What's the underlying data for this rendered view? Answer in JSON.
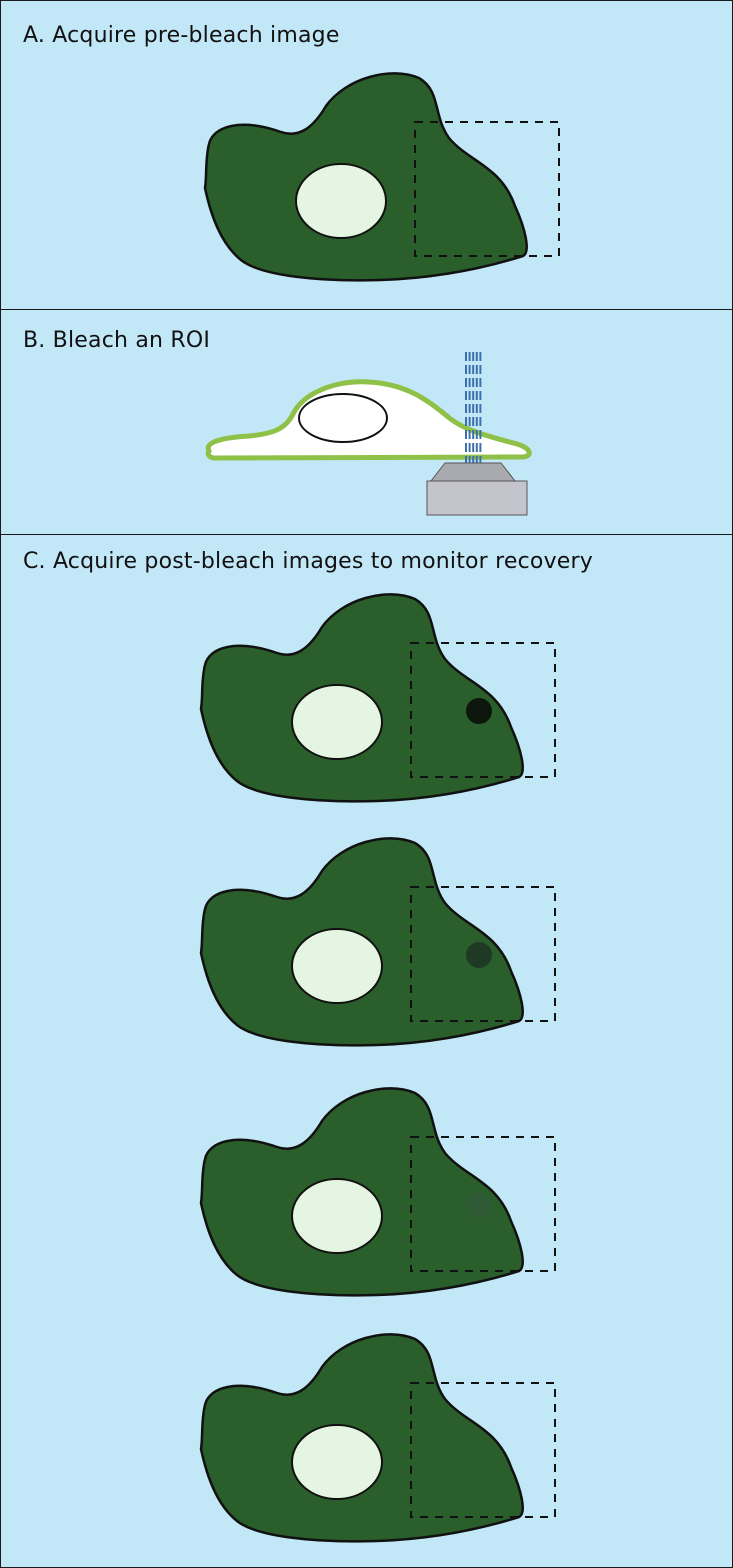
{
  "panels": {
    "a": {
      "title": "A. Acquire pre-bleach image"
    },
    "b": {
      "title": "B. Bleach an ROI"
    },
    "c": {
      "title": "C. Acquire post-bleach images to monitor recovery"
    }
  },
  "recovery_spot_colors": [
    "#0d160d",
    "#1f3a24",
    "#2e5a35",
    "#2a5e2b"
  ],
  "colors": {
    "background": "#c2e8f8",
    "cell": "#2a5e2b",
    "nucleus": "#e4f6e1",
    "membrane": "#8fc148",
    "laser": "#3d6fae",
    "objective_top": "#a9a9b0",
    "objective_bottom": "#c4c4cc",
    "outline": "#111111"
  }
}
